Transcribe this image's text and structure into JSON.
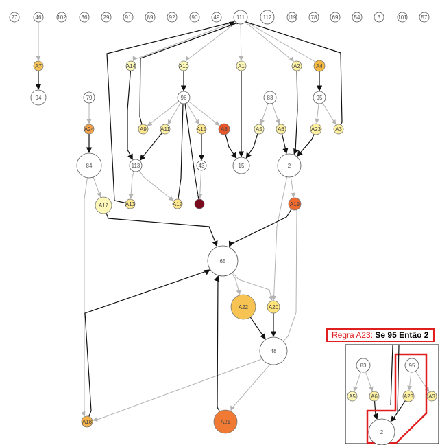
{
  "graph": {
    "nodes": [
      {
        "id": "27",
        "label": "27",
        "kind": "item"
      },
      {
        "id": "46",
        "label": "46",
        "kind": "item"
      },
      {
        "id": "102",
        "label": "102",
        "kind": "item"
      },
      {
        "id": "36",
        "label": "36",
        "kind": "item"
      },
      {
        "id": "29",
        "label": "29",
        "kind": "item"
      },
      {
        "id": "91",
        "label": "91",
        "kind": "item"
      },
      {
        "id": "89",
        "label": "89",
        "kind": "item"
      },
      {
        "id": "92",
        "label": "92",
        "kind": "item"
      },
      {
        "id": "90",
        "label": "90",
        "kind": "item"
      },
      {
        "id": "49",
        "label": "49",
        "kind": "item"
      },
      {
        "id": "111",
        "label": "111",
        "kind": "item"
      },
      {
        "id": "112",
        "label": "112",
        "kind": "item"
      },
      {
        "id": "119",
        "label": "119",
        "kind": "item"
      },
      {
        "id": "78",
        "label": "78",
        "kind": "item"
      },
      {
        "id": "69",
        "label": "69",
        "kind": "item"
      },
      {
        "id": "54",
        "label": "54",
        "kind": "item"
      },
      {
        "id": "3",
        "label": "3",
        "kind": "item"
      },
      {
        "id": "101",
        "label": "101",
        "kind": "item"
      },
      {
        "id": "57",
        "label": "57",
        "kind": "item"
      },
      {
        "id": "94",
        "label": "94",
        "kind": "item"
      },
      {
        "id": "79",
        "label": "79",
        "kind": "item"
      },
      {
        "id": "96",
        "label": "96",
        "kind": "item"
      },
      {
        "id": "83",
        "label": "83",
        "kind": "item"
      },
      {
        "id": "95",
        "label": "95",
        "kind": "item"
      },
      {
        "id": "84",
        "label": "84",
        "kind": "item"
      },
      {
        "id": "113",
        "label": "113",
        "kind": "item"
      },
      {
        "id": "43",
        "label": "43",
        "kind": "item"
      },
      {
        "id": "15",
        "label": "15",
        "kind": "item"
      },
      {
        "id": "2",
        "label": "2",
        "kind": "item"
      },
      {
        "id": "65",
        "label": "65",
        "kind": "item"
      },
      {
        "id": "48",
        "label": "48",
        "kind": "item"
      },
      {
        "id": "A7",
        "label": "A7",
        "kind": "rule",
        "color": "#f5c45a"
      },
      {
        "id": "A14",
        "label": "A14",
        "kind": "rule",
        "color": "#fdf7b8"
      },
      {
        "id": "A10",
        "label": "A10",
        "kind": "rule",
        "color": "#fdf7b8"
      },
      {
        "id": "A1",
        "label": "A1",
        "kind": "rule",
        "color": "#fdf7b8"
      },
      {
        "id": "A2",
        "label": "A2",
        "kind": "rule",
        "color": "#fdf0a0"
      },
      {
        "id": "A4",
        "label": "A4",
        "kind": "rule",
        "color": "#f5b840"
      },
      {
        "id": "A24",
        "label": "A24",
        "kind": "rule",
        "color": "#f5a34a"
      },
      {
        "id": "A9",
        "label": "A9",
        "kind": "rule",
        "color": "#fde890"
      },
      {
        "id": "A11",
        "label": "A11",
        "kind": "rule",
        "color": "#fdf0a0"
      },
      {
        "id": "A15",
        "label": "A15",
        "kind": "rule",
        "color": "#fde890"
      },
      {
        "id": "A8",
        "label": "A8",
        "kind": "rule",
        "color": "#e8562a"
      },
      {
        "id": "A5",
        "label": "A5",
        "kind": "rule",
        "color": "#fdf7b8"
      },
      {
        "id": "A6",
        "label": "A6",
        "kind": "rule",
        "color": "#fdf0a0"
      },
      {
        "id": "A23",
        "label": "A23",
        "kind": "rule",
        "color": "#fdf0a0"
      },
      {
        "id": "A3",
        "label": "A3",
        "kind": "rule",
        "color": "#fdf0a0"
      },
      {
        "id": "A17",
        "label": "A17",
        "kind": "rule",
        "color": "#fdf7b8"
      },
      {
        "id": "A13",
        "label": "A13",
        "kind": "rule",
        "color": "#fde890"
      },
      {
        "id": "A12",
        "label": "A12",
        "kind": "rule",
        "color": "#fde890"
      },
      {
        "id": "dark",
        "label": "",
        "kind": "rule",
        "color": "#7a0a1e"
      },
      {
        "id": "A19",
        "label": "A19",
        "kind": "rule",
        "color": "#ee6a2e"
      },
      {
        "id": "A22",
        "label": "A22",
        "kind": "rule",
        "color": "#f7c352"
      },
      {
        "id": "A20",
        "label": "A20",
        "kind": "rule",
        "color": "#fde27a"
      },
      {
        "id": "A18",
        "label": "A18",
        "kind": "rule",
        "color": "#f5b248"
      },
      {
        "id": "A21",
        "label": "A21",
        "kind": "rule",
        "color": "#f07a34"
      },
      {
        "id": "c83",
        "label": "83",
        "kind": "item"
      },
      {
        "id": "c95",
        "label": "95",
        "kind": "item"
      },
      {
        "id": "cA5",
        "label": "A5",
        "kind": "rule",
        "color": "#fdf7b8"
      },
      {
        "id": "cA6",
        "label": "A6",
        "kind": "rule",
        "color": "#fdf0a0"
      },
      {
        "id": "cA23",
        "label": "A23",
        "kind": "rule",
        "color": "#fdf0a0"
      },
      {
        "id": "cA3",
        "label": "A3",
        "kind": "rule",
        "color": "#fdf0a0"
      },
      {
        "id": "c2",
        "label": "2",
        "kind": "item"
      }
    ],
    "edges": [
      {
        "from": "46",
        "to": "A7",
        "style": "gray"
      },
      {
        "from": "A7",
        "to": "94",
        "style": "black"
      },
      {
        "from": "111",
        "to": "A14",
        "style": "gray"
      },
      {
        "from": "111",
        "to": "A10",
        "style": "gray"
      },
      {
        "from": "111",
        "to": "A1",
        "style": "gray"
      },
      {
        "from": "111",
        "to": "A2",
        "style": "gray"
      },
      {
        "from": "111",
        "to": "A4",
        "style": "gray"
      },
      {
        "from": "A13",
        "to": "111",
        "style": "black"
      },
      {
        "from": "A9",
        "to": "111",
        "style": "black"
      },
      {
        "from": "A3",
        "to": "111",
        "style": "black"
      },
      {
        "from": "A10",
        "to": "96",
        "style": "black"
      },
      {
        "from": "A14",
        "to": "113",
        "style": "black"
      },
      {
        "from": "A1",
        "to": "15",
        "style": "black"
      },
      {
        "from": "A2",
        "to": "2",
        "style": "black"
      },
      {
        "from": "A4",
        "to": "95",
        "style": "black"
      },
      {
        "from": "79",
        "to": "A24",
        "style": "gray"
      },
      {
        "from": "A24",
        "to": "84",
        "style": "black"
      },
      {
        "from": "96",
        "to": "A9",
        "style": "gray"
      },
      {
        "from": "96",
        "to": "A11",
        "style": "gray"
      },
      {
        "from": "96",
        "to": "A15",
        "style": "gray"
      },
      {
        "from": "96",
        "to": "A8",
        "style": "gray"
      },
      {
        "from": "A11",
        "to": "113",
        "style": "black"
      },
      {
        "from": "A15",
        "to": "43",
        "style": "black"
      },
      {
        "from": "A8",
        "to": "15",
        "style": "black"
      },
      {
        "from": "A12",
        "to": "96",
        "style": "black"
      },
      {
        "from": "dark",
        "to": "96",
        "style": "black"
      },
      {
        "from": "43",
        "to": "dark",
        "style": "gray"
      },
      {
        "from": "83",
        "to": "A5",
        "style": "gray"
      },
      {
        "from": "83",
        "to": "A6",
        "style": "gray"
      },
      {
        "from": "A5",
        "to": "15",
        "style": "black"
      },
      {
        "from": "A6",
        "to": "2",
        "style": "black"
      },
      {
        "from": "95",
        "to": "A23",
        "style": "gray"
      },
      {
        "from": "95",
        "to": "A3",
        "style": "gray"
      },
      {
        "from": "A23",
        "to": "2",
        "style": "black"
      },
      {
        "from": "84",
        "to": "A17",
        "style": "gray"
      },
      {
        "from": "84",
        "to": "A18",
        "style": "gray"
      },
      {
        "from": "113",
        "to": "A13",
        "style": "gray"
      },
      {
        "from": "113",
        "to": "A12",
        "style": "gray"
      },
      {
        "from": "2",
        "to": "A19",
        "style": "gray"
      },
      {
        "from": "2",
        "to": "A20",
        "style": "gray"
      },
      {
        "from": "A17",
        "to": "65",
        "style": "black"
      },
      {
        "from": "A19",
        "to": "65",
        "style": "black"
      },
      {
        "from": "65",
        "to": "A22",
        "style": "gray"
      },
      {
        "from": "65",
        "to": "A20",
        "style": "gray"
      },
      {
        "from": "A22",
        "to": "48",
        "style": "black"
      },
      {
        "from": "A20",
        "to": "48",
        "style": "black"
      },
      {
        "from": "48",
        "to": "A18",
        "style": "gray"
      },
      {
        "from": "48",
        "to": "A21",
        "style": "gray"
      },
      {
        "from": "48",
        "to": "A19",
        "style": "gray"
      },
      {
        "from": "A18",
        "to": "65",
        "style": "black"
      },
      {
        "from": "A21",
        "to": "65",
        "style": "black"
      },
      {
        "from": "c83",
        "to": "cA5",
        "style": "gray"
      },
      {
        "from": "c83",
        "to": "cA6",
        "style": "gray"
      },
      {
        "from": "c95",
        "to": "cA23",
        "style": "gray"
      },
      {
        "from": "c95",
        "to": "cA3",
        "style": "gray"
      },
      {
        "from": "cA6",
        "to": "c2",
        "style": "black"
      },
      {
        "from": "cA23",
        "to": "c2",
        "style": "black"
      }
    ]
  },
  "callout": {
    "prefix": "Regra A23:",
    "rule": "Se 95 Então 2"
  },
  "colors": {
    "gray_edge": "#b3b3b3",
    "black_edge": "#111111",
    "highlight": "#e02020"
  }
}
